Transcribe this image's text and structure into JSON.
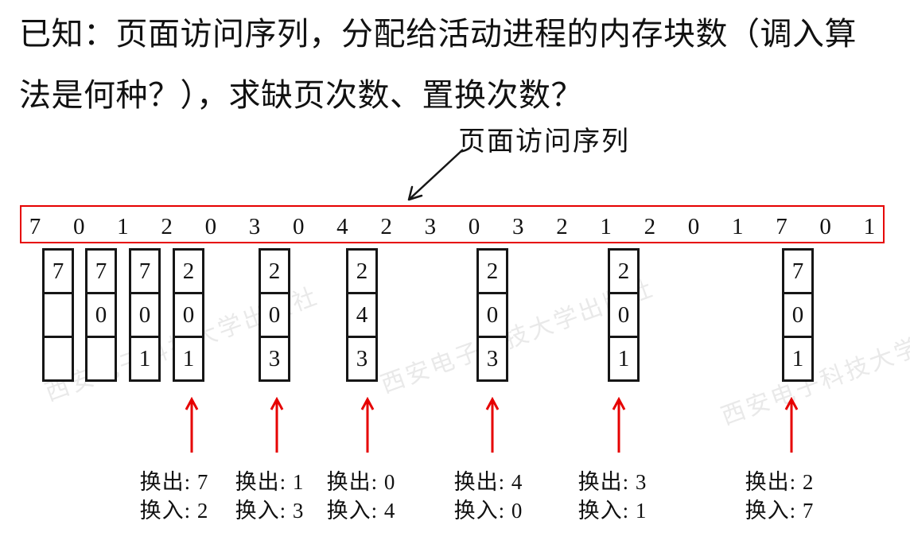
{
  "title": {
    "line1": "已知：页面访问序列，分配给活动进程的内存块数（调入算",
    "line2": "法是何种？），求缺页次数、置换次数？"
  },
  "annotation": {
    "label": "页面访问序列"
  },
  "page_sequence": [
    "7",
    "0",
    "1",
    "2",
    "0",
    "3",
    "0",
    "4",
    "2",
    "3",
    "0",
    "3",
    "2",
    "1",
    "2",
    "0",
    "1",
    "7",
    "0",
    "1"
  ],
  "frames": [
    {
      "cells": [
        "7",
        "",
        ""
      ]
    },
    {
      "cells": [
        "7",
        "0",
        ""
      ]
    },
    {
      "cells": [
        "7",
        "0",
        "1"
      ]
    },
    {
      "cells": [
        "2",
        "0",
        "1"
      ]
    },
    {
      "cells": [
        "2",
        "0",
        "3"
      ]
    },
    {
      "cells": [
        "2",
        "4",
        "3"
      ]
    },
    {
      "cells": [
        "2",
        "0",
        "3"
      ]
    },
    {
      "cells": [
        "2",
        "0",
        "1"
      ]
    },
    {
      "cells": [
        "7",
        "0",
        "1"
      ]
    }
  ],
  "swaps": [
    {
      "out": "换出: 7",
      "in": "换入: 2"
    },
    {
      "out": "换出: 1",
      "in": "换入: 3"
    },
    {
      "out": "换出: 0",
      "in": "换入: 4"
    },
    {
      "out": "换出: 4",
      "in": "换入: 0"
    },
    {
      "out": "换出: 3",
      "in": "换入: 1"
    },
    {
      "out": "换出: 2",
      "in": "换入: 7"
    }
  ],
  "watermark": {
    "text": "西安电子科技大学出版社"
  },
  "colors": {
    "accent_red": "#e60000",
    "text": "#111111",
    "watermark": "#c9c9c9"
  }
}
